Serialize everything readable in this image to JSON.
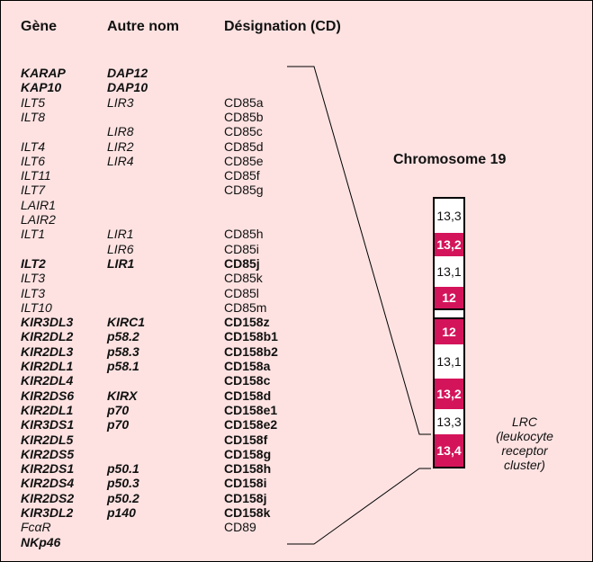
{
  "headers": {
    "gene": "Gène",
    "other": "Autre nom",
    "cd": "Désignation (CD)"
  },
  "rows": [
    {
      "gene": "KARAP",
      "other": "DAP12",
      "cd": "",
      "bold": true
    },
    {
      "gene": "KAP10",
      "other": "DAP10",
      "cd": "",
      "bold": true
    },
    {
      "gene": "ILT5",
      "other": "LIR3",
      "cd": "CD85a",
      "bold": false
    },
    {
      "gene": "ILT8",
      "other": "",
      "cd": "CD85b",
      "bold": false
    },
    {
      "gene": "",
      "other": "LIR8",
      "cd": "CD85c",
      "bold": false
    },
    {
      "gene": "ILT4",
      "other": "LIR2",
      "cd": "CD85d",
      "bold": false
    },
    {
      "gene": "ILT6",
      "other": "LIR4",
      "cd": "CD85e",
      "bold": false
    },
    {
      "gene": "ILT11",
      "other": "",
      "cd": "CD85f",
      "bold": false
    },
    {
      "gene": "ILT7",
      "other": "",
      "cd": "CD85g",
      "bold": false
    },
    {
      "gene": "LAIR1",
      "other": "",
      "cd": "",
      "bold": false
    },
    {
      "gene": "LAIR2",
      "other": "",
      "cd": "",
      "bold": false
    },
    {
      "gene": "ILT1",
      "other": "LIR1",
      "cd": "CD85h",
      "bold": false
    },
    {
      "gene": "",
      "other": "LIR6",
      "cd": "CD85i",
      "bold": false
    },
    {
      "gene": "ILT2",
      "other": "LIR1",
      "cd": "CD85j",
      "bold": true
    },
    {
      "gene": "ILT3",
      "other": "",
      "cd": "CD85k",
      "bold": false
    },
    {
      "gene": "ILT3",
      "other": "",
      "cd": "CD85l",
      "bold": false
    },
    {
      "gene": "ILT10",
      "other": "",
      "cd": "CD85m",
      "bold": false
    },
    {
      "gene": "KIR3DL3",
      "other": "KIRC1",
      "cd": "CD158z",
      "bold": true
    },
    {
      "gene": "KIR2DL2",
      "other": "p58.2",
      "cd": "CD158b1",
      "bold": true
    },
    {
      "gene": "KIR2DL3",
      "other": "p58.3",
      "cd": "CD158b2",
      "bold": true
    },
    {
      "gene": "KIR2DL1",
      "other": "p58.1",
      "cd": "CD158a",
      "bold": true
    },
    {
      "gene": "KIR2DL4",
      "other": "",
      "cd": "CD158c",
      "bold": true
    },
    {
      "gene": "KIR2DS6",
      "other": "KIRX",
      "cd": "CD158d",
      "bold": true
    },
    {
      "gene": "KIR2DL1",
      "other": "p70",
      "cd": "CD158e1",
      "bold": true
    },
    {
      "gene": "KIR3DS1",
      "other": "p70",
      "cd": "CD158e2",
      "bold": true
    },
    {
      "gene": "KIR2DL5",
      "other": "",
      "cd": "CD158f",
      "bold": true
    },
    {
      "gene": "KIR2DS5",
      "other": "",
      "cd": "CD158g",
      "bold": true
    },
    {
      "gene": "KIR2DS1",
      "other": "p50.1",
      "cd": "CD158h",
      "bold": true
    },
    {
      "gene": "KIR2DS4",
      "other": "p50.3",
      "cd": "CD158i",
      "bold": true
    },
    {
      "gene": "KIR2DS2",
      "other": "p50.2",
      "cd": "CD158j",
      "bold": true
    },
    {
      "gene": "KIR3DL2",
      "other": "p140",
      "cd": "CD158k",
      "bold": true
    },
    {
      "gene": "FcαR",
      "other": "",
      "cd": "CD89",
      "bold": false
    },
    {
      "gene": "NKp46",
      "other": "",
      "cd": "",
      "bold": true
    }
  ],
  "chromosome": {
    "title": "Chromosome 19",
    "arm_p": [
      {
        "label": "13,3",
        "shade": "light"
      },
      {
        "label": "13,2",
        "shade": "dark"
      },
      {
        "label": "13,1",
        "shade": "light"
      },
      {
        "label": "12",
        "shade": "dark"
      }
    ],
    "arm_q": [
      {
        "label": "12",
        "shade": "dark"
      },
      {
        "label": "13,1",
        "shade": "light"
      },
      {
        "label": "13,2",
        "shade": "dark"
      },
      {
        "label": "13,3",
        "shade": "light"
      },
      {
        "label": "13,4",
        "shade": "dark"
      }
    ],
    "highlight_color": "#d4145a"
  },
  "lrc_label": [
    "LRC",
    "(leukocyte",
    "receptor",
    "cluster)"
  ]
}
